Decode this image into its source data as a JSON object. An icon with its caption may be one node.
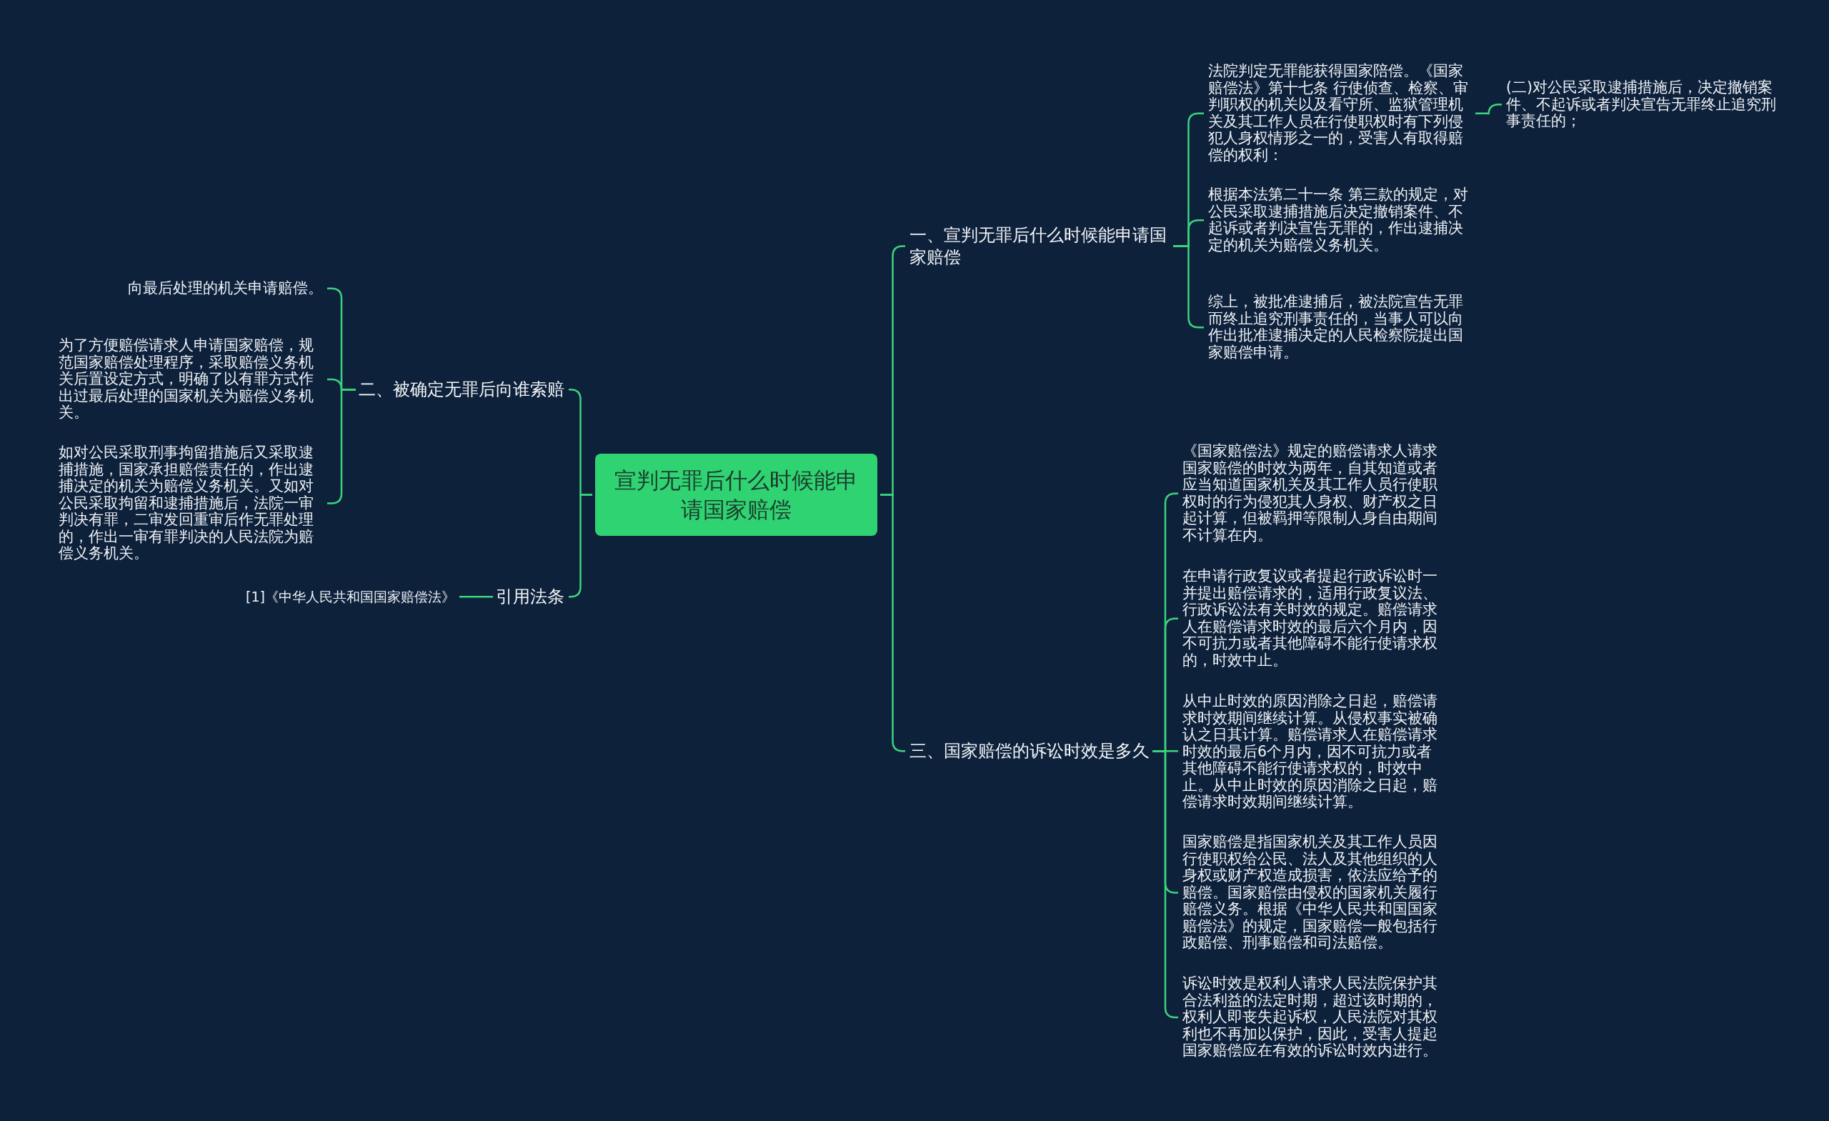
{
  "diagram": {
    "nodes": [
      {
        "text": [
          "宣判无罪后什么时候能申请国家赔偿"
        ]
      },
      {
        "text": [
          "一、宣判无罪后什么时候能申请国家赔偿"
        ]
      },
      {
        "text": [
          "法院判定无罪能获得国家陪偿。《国家赔偿法》第十七条 行使侦查、检察、审判职权的机关以及看守所、监狱管理机关及其工作人员在行使职权时有下列侵犯人身权情形之一的，受害人有取得赔偿的权利："
        ]
      },
      {
        "text": [
          "根据本法第二十一条 第三款的规定，对公民采取逮捕措施后决定撤销案件、不起诉或者判决宣告无罪的，作出逮捕决定的机关为赔偿义务机关。"
        ]
      },
      {
        "text": [
          "综上，被批准逮捕后，被法院宣告无罪而终止追究刑事责任的，当事人可以向作出批准逮捕决定的人民检察院提出国家赔偿申请。"
        ]
      },
      {
        "text": [
          "(二)对公民采取逮捕措施后，决定撤销案件、不起诉或者判决宣告无罪终止追究刑事责任的；"
        ]
      },
      {
        "text": [
          "二、被确定无罪后向谁索赔"
        ]
      },
      {
        "text": [
          "向最后处理的机关申请赔偿。"
        ]
      },
      {
        "text": [
          "为了方便赔偿请求人申请国家赔偿，规范国家赔偿处理程序，采取赔偿义务机关后置设定方式，明确了以有罪方式作出过最后处理的国家机关为赔偿义务机关。"
        ]
      },
      {
        "text": [
          "如对公民采取刑事拘留措施后又采取逮捕措施，国家承担赔偿责任的，作出逮捕决定的机关为赔偿义务机关。又如对公民采取拘留和逮捕措施后，法院一审判决有罪，二审发回重审后作无罪处理的，作出一审有罪判决的人民法院为赔偿义务机关。"
        ]
      },
      {
        "text": [
          "三、国家赔偿的诉讼时效是多久"
        ]
      },
      {
        "text": [
          "《国家赔偿法》规定的赔偿请求人请求国家赔偿的时效为两年，自其知道或者应当知道国家机关及其工作人员行使职权时的行为侵犯其人身权、财产权之日起计算，但被羁押等限制人身自由期间不计算在内。"
        ]
      },
      {
        "text": [
          "在申请行政复议或者提起行政诉讼时一并提出赔偿请求的，适用行政复议法、行政诉讼法有关时效的规定。赔偿请求人在赔偿请求时效的最后六个月内，因不可抗力或者其他障碍不能行使请求权的，时效中止。"
        ]
      },
      {
        "text": [
          "从中止时效的原因消除之日起，赔偿请求时效期间继续计算。从侵权事实被确认之日其计算。赔偿请求人在赔偿请求时效的最后6个月内，因不可抗力或者其他障碍不能行使请求权的，时效中止。从中止时效的原因消除之日起，赔偿请求时效期间继续计算。"
        ]
      },
      {
        "text": [
          "国家赔偿是指国家机关及其工作人员因行使职权给公民、法人及其他组织的人身权或财产权造成损害，依法应给予的赔偿。国家赔偿由侵权的国家机关履行赔偿义务。根据《中华人民共和国国家赔偿法》的规定，国家赔偿一般包括行政赔偿、刑事赔偿和司法赔偿。"
        ]
      },
      {
        "text": [
          "诉讼时效是权利人请求人民法院保护其合法利益的法定时期，超过该时期的，权利人即丧失起诉权，人民法院对其权利也不再加以保护，因此，受害人提起国家赔偿应在有效的诉讼时效内进行。"
        ]
      },
      {
        "text": [
          "引用法条"
        ]
      },
      {
        "text": [
          "[1]《中华人民共和国国家赔偿法》"
        ]
      }
    ],
    "edges": [
      {
        "from": 0,
        "to": 1,
        "arrow": "none"
      },
      {
        "from": 1,
        "to": 2,
        "arrow": "none"
      },
      {
        "from": 1,
        "to": 3,
        "arrow": "none"
      },
      {
        "from": 1,
        "to": 4,
        "arrow": "none"
      },
      {
        "from": 2,
        "to": 5,
        "arrow": "none"
      },
      {
        "from": 0,
        "to": 6,
        "arrow": "none"
      },
      {
        "from": 6,
        "to": 7,
        "arrow": "none"
      },
      {
        "from": 6,
        "to": 8,
        "arrow": "none"
      },
      {
        "from": 6,
        "to": 9,
        "arrow": "none"
      },
      {
        "from": 0,
        "to": 10,
        "arrow": "none"
      },
      {
        "from": 10,
        "to": 11,
        "arrow": "none"
      },
      {
        "from": 10,
        "to": 12,
        "arrow": "none"
      },
      {
        "from": 10,
        "to": 13,
        "arrow": "none"
      },
      {
        "from": 10,
        "to": 14,
        "arrow": "none"
      },
      {
        "from": 10,
        "to": 15,
        "arrow": "none"
      },
      {
        "from": 0,
        "to": 16,
        "arrow": "none"
      },
      {
        "from": 16,
        "to": 17,
        "arrow": "none"
      }
    ]
  }
}
